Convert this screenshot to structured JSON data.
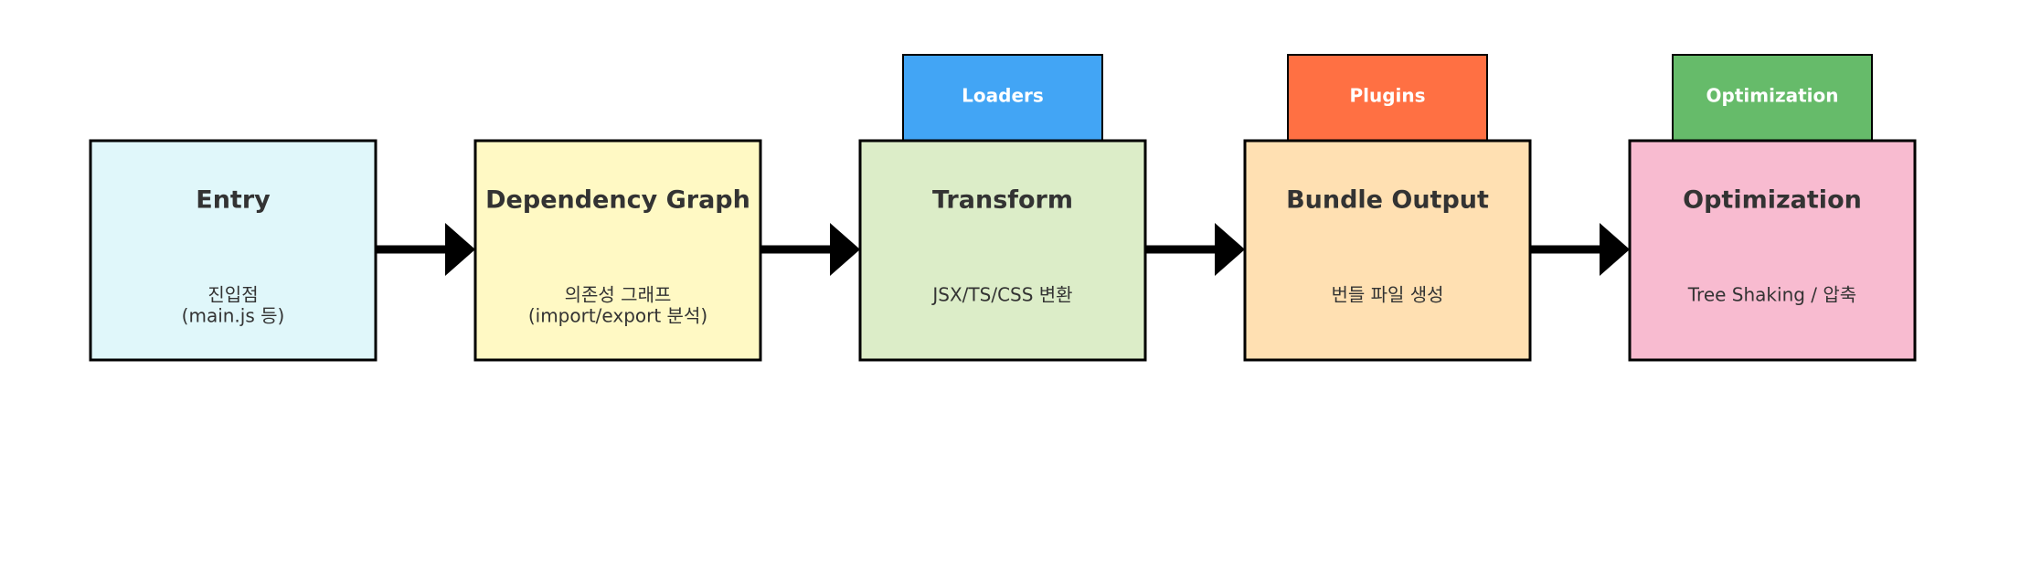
{
  "stages": [
    {
      "title": "Entry",
      "lines": [
        "진입점",
        "(main.js 등)"
      ],
      "color": "#E0F7FA",
      "tag": null
    },
    {
      "title": "Dependency Graph",
      "lines": [
        "의존성 그래프",
        "(import/export 분석)"
      ],
      "color": "#FFF9C4",
      "tag": null
    },
    {
      "title": "Transform",
      "lines": [
        "JSX/TS/CSS 변환"
      ],
      "color": "#DCEDC8",
      "tag": {
        "label": "Loaders",
        "color": "#42A5F5"
      }
    },
    {
      "title": "Bundle Output",
      "lines": [
        "번들 파일 생성"
      ],
      "color": "#FFE0B2",
      "tag": {
        "label": "Plugins",
        "color": "#FF7043"
      }
    },
    {
      "title": "Optimization",
      "lines": [
        "Tree Shaking / 압축"
      ],
      "color": "#F8BBD0",
      "tag": {
        "label": "Optimization",
        "color": "#66BB6A"
      }
    }
  ],
  "colors": {
    "border": "#000000",
    "text": "#333333",
    "arrow": "#000000"
  }
}
